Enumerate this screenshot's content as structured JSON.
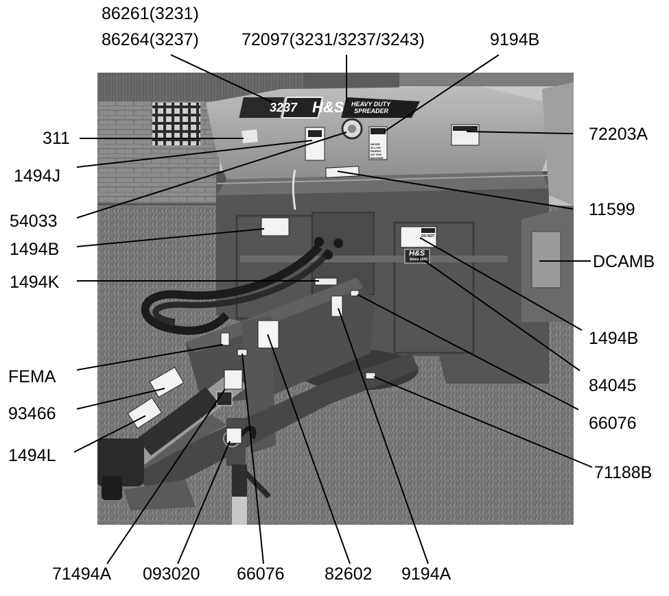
{
  "photo": {
    "model_number": "3237",
    "brand_logo": "H&S",
    "tagline_line1": "HEAVY DUTY",
    "tagline_line2": "SPREADER",
    "side_logo": "H&S",
    "side_logo_sub": "Since 1943",
    "decal_never_riding": "NEVER ALLOW RIDERS ON THIS MACHINE",
    "decal_do_not": "DO NOT"
  },
  "labels": {
    "l_86261": "86261(3231)",
    "l_86264": "86264(3237)",
    "l_72097": "72097(3231/3237/3243)",
    "l_9194B": "9194B",
    "l_311": "311",
    "l_72203A": "72203A",
    "l_1494J": "1494J",
    "l_11599": "11599",
    "l_54033": "54033",
    "l_1494B_left": "1494B",
    "l_DCAMB": "DCAMB",
    "l_1494K": "1494K",
    "l_1494B_right": "1494B",
    "l_FEMA": "FEMA",
    "l_84045": "84045",
    "l_93466": "93466",
    "l_66076_right": "66076",
    "l_1494L": "1494L",
    "l_71188B": "71188B",
    "l_71494A": "71494A",
    "l_093020": "093020",
    "l_66076_bottom": "66076",
    "l_82602": "82602",
    "l_9194A": "9194A"
  }
}
